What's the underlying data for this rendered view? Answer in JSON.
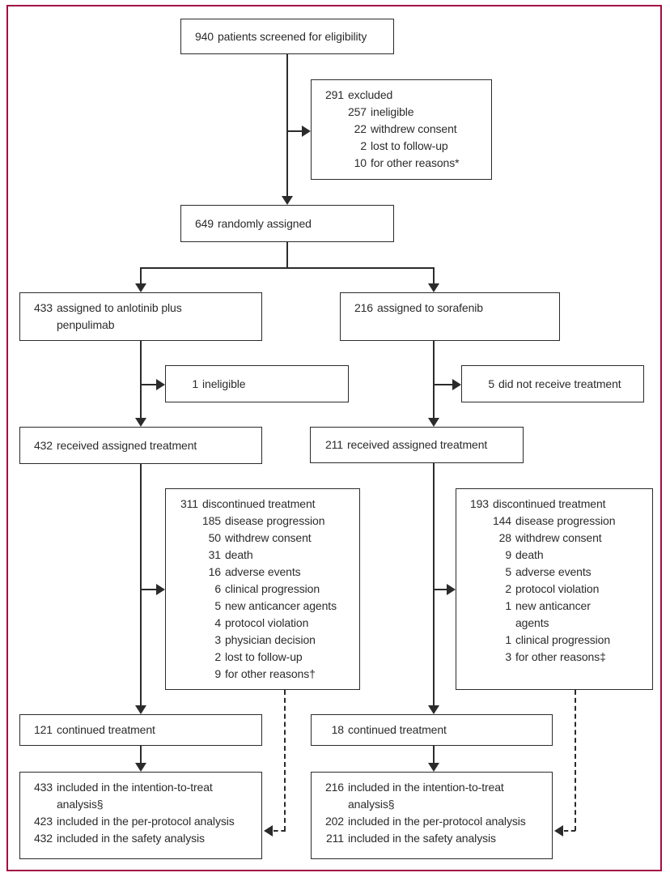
{
  "palette": {
    "frame": "#A30B45",
    "ink": "#2b2b2b",
    "bg": "#ffffff"
  },
  "boxes": {
    "screened": {
      "lines": [
        {
          "num": "940",
          "label": "patients screened for eligibility",
          "indent": 0
        }
      ]
    },
    "excluded": {
      "lines": [
        {
          "num": "291",
          "label": "excluded",
          "indent": 0
        },
        {
          "num": "257",
          "label": "ineligible",
          "indent": 1
        },
        {
          "num": "22",
          "label": "withdrew consent",
          "indent": 1
        },
        {
          "num": "2",
          "label": "lost to follow-up",
          "indent": 1
        },
        {
          "num": "10",
          "label": "for other reasons*",
          "indent": 1
        }
      ]
    },
    "randomized": {
      "lines": [
        {
          "num": "649",
          "label": "randomly assigned",
          "indent": 0
        }
      ]
    },
    "assigned_left": {
      "lines": [
        {
          "num": "433",
          "label": "assigned to anlotinib plus\npenpulimab",
          "indent": 0
        }
      ]
    },
    "assigned_right": {
      "lines": [
        {
          "num": "216",
          "label": "assigned to sorafenib",
          "indent": 0
        }
      ]
    },
    "ineligible": {
      "lines": [
        {
          "num": "1",
          "label": "ineligible",
          "indent": 0
        }
      ]
    },
    "not_treated": {
      "lines": [
        {
          "num": "5",
          "label": "did not receive treatment",
          "indent": 0
        }
      ]
    },
    "received_left": {
      "lines": [
        {
          "num": "432",
          "label": "received assigned treatment",
          "indent": 0
        }
      ]
    },
    "received_right": {
      "lines": [
        {
          "num": "211",
          "label": "received assigned treatment",
          "indent": 0
        }
      ]
    },
    "discontinued_left": {
      "lines": [
        {
          "num": "311",
          "label": "discontinued treatment",
          "indent": 0
        },
        {
          "num": "185",
          "label": "disease progression",
          "indent": 1
        },
        {
          "num": "50",
          "label": "withdrew consent",
          "indent": 1
        },
        {
          "num": "31",
          "label": "death",
          "indent": 1
        },
        {
          "num": "16",
          "label": "adverse events",
          "indent": 1
        },
        {
          "num": "6",
          "label": "clinical progression",
          "indent": 1
        },
        {
          "num": "5",
          "label": "new anticancer agents",
          "indent": 1
        },
        {
          "num": "4",
          "label": "protocol violation",
          "indent": 1
        },
        {
          "num": "3",
          "label": "physician decision",
          "indent": 1
        },
        {
          "num": "2",
          "label": "lost to follow-up",
          "indent": 1
        },
        {
          "num": "9",
          "label": "for other reasons†",
          "indent": 1
        }
      ]
    },
    "discontinued_right": {
      "lines": [
        {
          "num": "193",
          "label": "discontinued treatment",
          "indent": 0
        },
        {
          "num": "144",
          "label": "disease progression",
          "indent": 1
        },
        {
          "num": "28",
          "label": "withdrew consent",
          "indent": 1
        },
        {
          "num": "9",
          "label": "death",
          "indent": 1
        },
        {
          "num": "5",
          "label": "adverse events",
          "indent": 1
        },
        {
          "num": "2",
          "label": "protocol violation",
          "indent": 1
        },
        {
          "num": "1",
          "label": "new anticancer\nagents",
          "indent": 1
        },
        {
          "num": "1",
          "label": "clinical progression",
          "indent": 1
        },
        {
          "num": "3",
          "label": "for other reasons‡",
          "indent": 1
        }
      ]
    },
    "continued_left": {
      "lines": [
        {
          "num": "121",
          "label": "continued treatment",
          "indent": 0
        }
      ]
    },
    "continued_right": {
      "lines": [
        {
          "num": "18",
          "label": "continued treatment",
          "indent": 0
        }
      ]
    },
    "analysis_left": {
      "lines": [
        {
          "num": "433",
          "label": "included in the intention-to-treat\nanalysis§",
          "indent": 0
        },
        {
          "num": "423",
          "label": "included in the per-protocol analysis",
          "indent": 0
        },
        {
          "num": "432",
          "label": "included in the safety analysis",
          "indent": 0
        }
      ]
    },
    "analysis_right": {
      "lines": [
        {
          "num": "216",
          "label": "included in the intention-to-treat\nanalysis§",
          "indent": 0
        },
        {
          "num": "202",
          "label": "included in the per-protocol analysis",
          "indent": 0
        },
        {
          "num": "211",
          "label": "included in the safety analysis",
          "indent": 0
        }
      ]
    }
  }
}
